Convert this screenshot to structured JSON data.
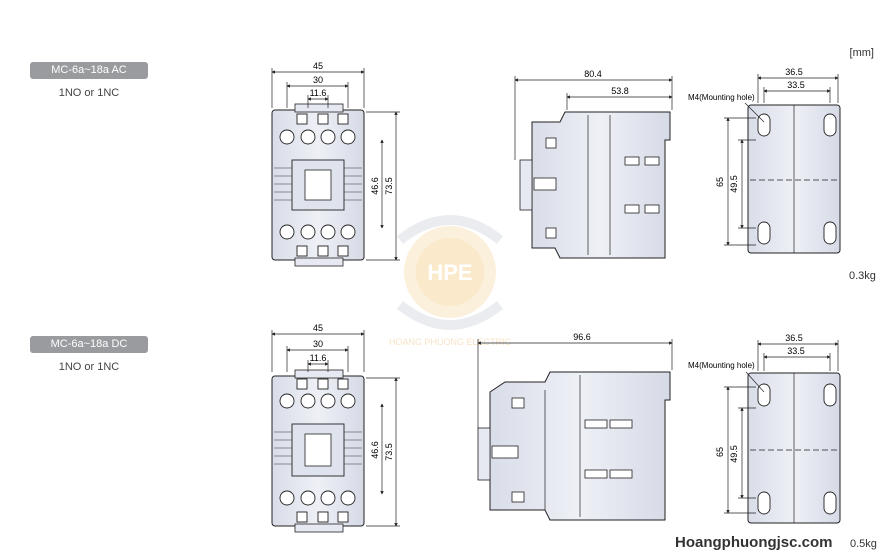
{
  "unit_label": "[mm]",
  "site_label": "Hoangphuongjsc.com",
  "watermark": {
    "logo_text": "HPE",
    "caption": "HOANG PHUONG ELECTRIC"
  },
  "sections": [
    {
      "model": "MC-6a~18a AC",
      "contacts": "1NO or 1NC",
      "weight": "0.3kg",
      "front": {
        "w_total": "45",
        "w_mid": "30",
        "w_center": "11.6",
        "h_inner": "46.6",
        "h_total": "73.5"
      },
      "side": {
        "depth_total": "80.4",
        "depth_part": "53.8"
      },
      "mount": {
        "w_total": "36.5",
        "w_hole": "33.5",
        "hole_label": "M4(Mounting hole)",
        "h_hole": "65",
        "h_slot": "49.5"
      }
    },
    {
      "model": "MC-6a~18a DC",
      "contacts": "1NO or 1NC",
      "weight": "0.5kg",
      "front": {
        "w_total": "45",
        "w_mid": "30",
        "w_center": "11.6",
        "h_inner": "46.6",
        "h_total": "73.5"
      },
      "side": {
        "depth_total": "96.6",
        "depth_part": ""
      },
      "mount": {
        "w_total": "36.5",
        "w_hole": "33.5",
        "hole_label": "M4(Mounting hole)",
        "h_hole": "65",
        "h_slot": "49.5"
      }
    }
  ],
  "colors": {
    "body_fill": "#e6e9f2",
    "line": "#222222",
    "badge": "#9a9b9e"
  }
}
